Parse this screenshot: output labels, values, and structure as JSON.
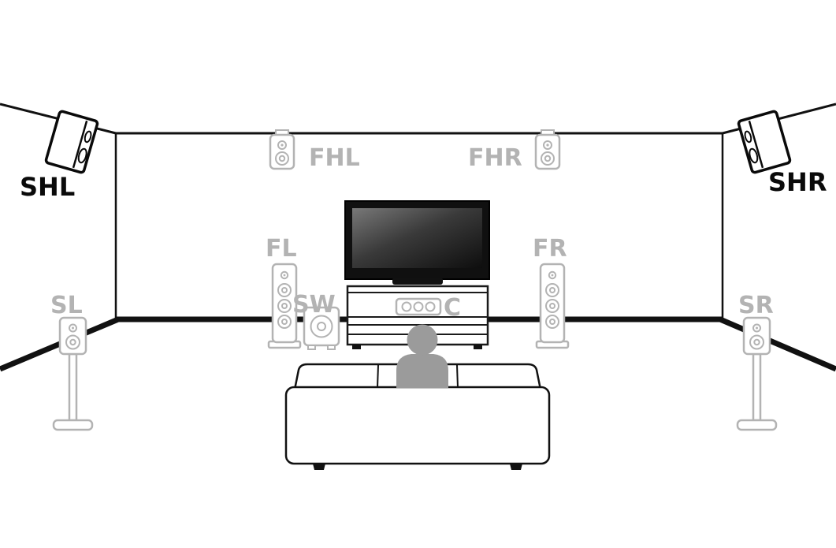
{
  "diagram": {
    "kind": "surround-speaker-placement",
    "labels": {
      "shl": "SHL",
      "shr": "SHR",
      "fhl": "FHL",
      "fhr": "FHR",
      "fl": "FL",
      "fr": "FR",
      "sw": "SW",
      "c": "C",
      "sl": "SL",
      "sr": "SR"
    },
    "colors": {
      "highlight": "#0a0a0a",
      "dimmed": "#b3b3b3"
    }
  }
}
